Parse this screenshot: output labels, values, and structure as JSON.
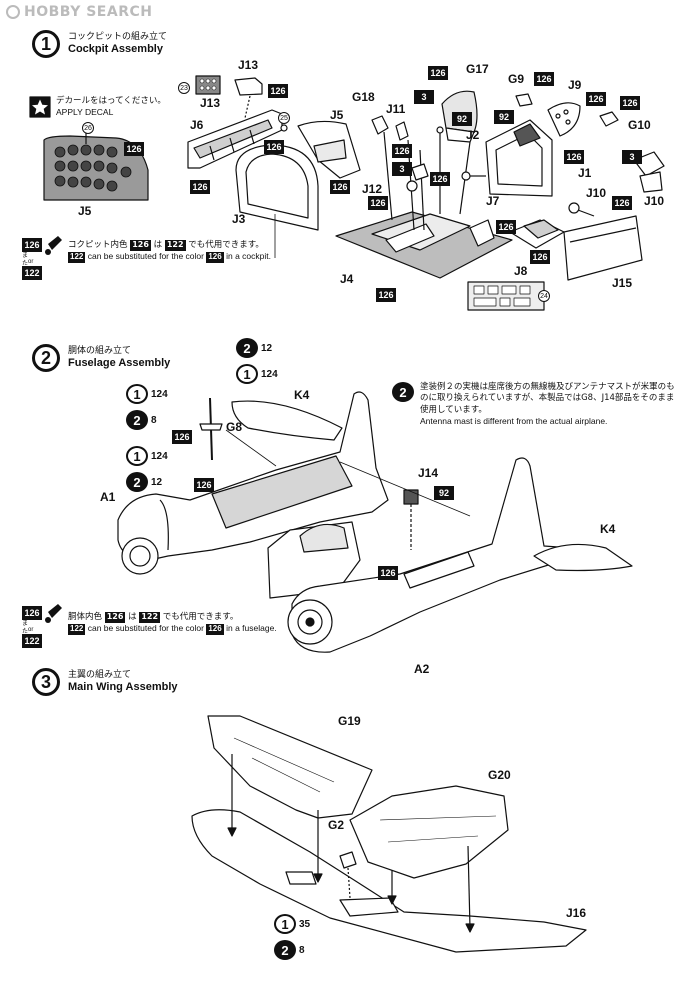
{
  "watermark": "HOBBY SEARCH",
  "steps": [
    {
      "num": "1",
      "jp": "コックピットの組み立て",
      "en": "Cockpit Assembly"
    },
    {
      "num": "2",
      "jp": "胴体の組み立て",
      "en": "Fuselage Assembly"
    },
    {
      "num": "3",
      "jp": "主翼の組み立て",
      "en": "Main Wing Assembly"
    }
  ],
  "decal_note": {
    "jp": "デカールをはってください。",
    "en": "APPLY DECAL"
  },
  "cockpit_note": {
    "jp_a": "コクピット内色",
    "jp_b": "は",
    "jp_c": "でも代用できます。",
    "en_a": "can be substituted for the color",
    "en_b": "in a cockpit.",
    "color_a": "126",
    "color_b": "122",
    "or_jp": "または",
    "or_en": "or"
  },
  "fuselage_note": {
    "jp_a": "胴体内色",
    "jp_b": "は",
    "jp_c": "でも代用できます。",
    "en_a": "can be substituted for the color",
    "en_b": "in a fuselage.",
    "color_a": "126",
    "color_b": "122",
    "or_jp": "または",
    "or_en": "or"
  },
  "antenna_note": {
    "num": "2",
    "jp": "塗装例２の実機は座席後方の無線機及びアンテナマストが米軍のものに取り換えられていますが、本製品ではG8、J14部品をそのまま使用しています。",
    "en": "Antenna mast is different from the actual airplane."
  },
  "parts": {
    "J5": "J5",
    "J6": "J6",
    "J13a": "J13",
    "J13b": "J13",
    "J3": "J3",
    "J5b": "J5",
    "G18": "G18",
    "J11": "J11",
    "J2": "J2",
    "G17": "G17",
    "G9": "G9",
    "J9": "J9",
    "G10": "G10",
    "J1": "J1",
    "J7": "J7",
    "J12": "J12",
    "J10a": "J10",
    "J10b": "J10",
    "J4": "J4",
    "J8": "J8",
    "J15": "J15",
    "K4a": "K4",
    "G8": "G8",
    "A1": "A1",
    "J14": "J14",
    "K4b": "K4",
    "A2": "A2",
    "G19": "G19",
    "G20": "G20",
    "G2": "G2",
    "J16": "J16"
  },
  "colors": {
    "c126": "126",
    "c3": "3",
    "c92": "92",
    "c124": "124",
    "c12": "12",
    "c8": "8",
    "c35": "35"
  },
  "decals": {
    "d23": "23",
    "d25": "25",
    "d26": "26",
    "d24": "24"
  },
  "pill_nums": {
    "one": "1",
    "two": "2"
  }
}
